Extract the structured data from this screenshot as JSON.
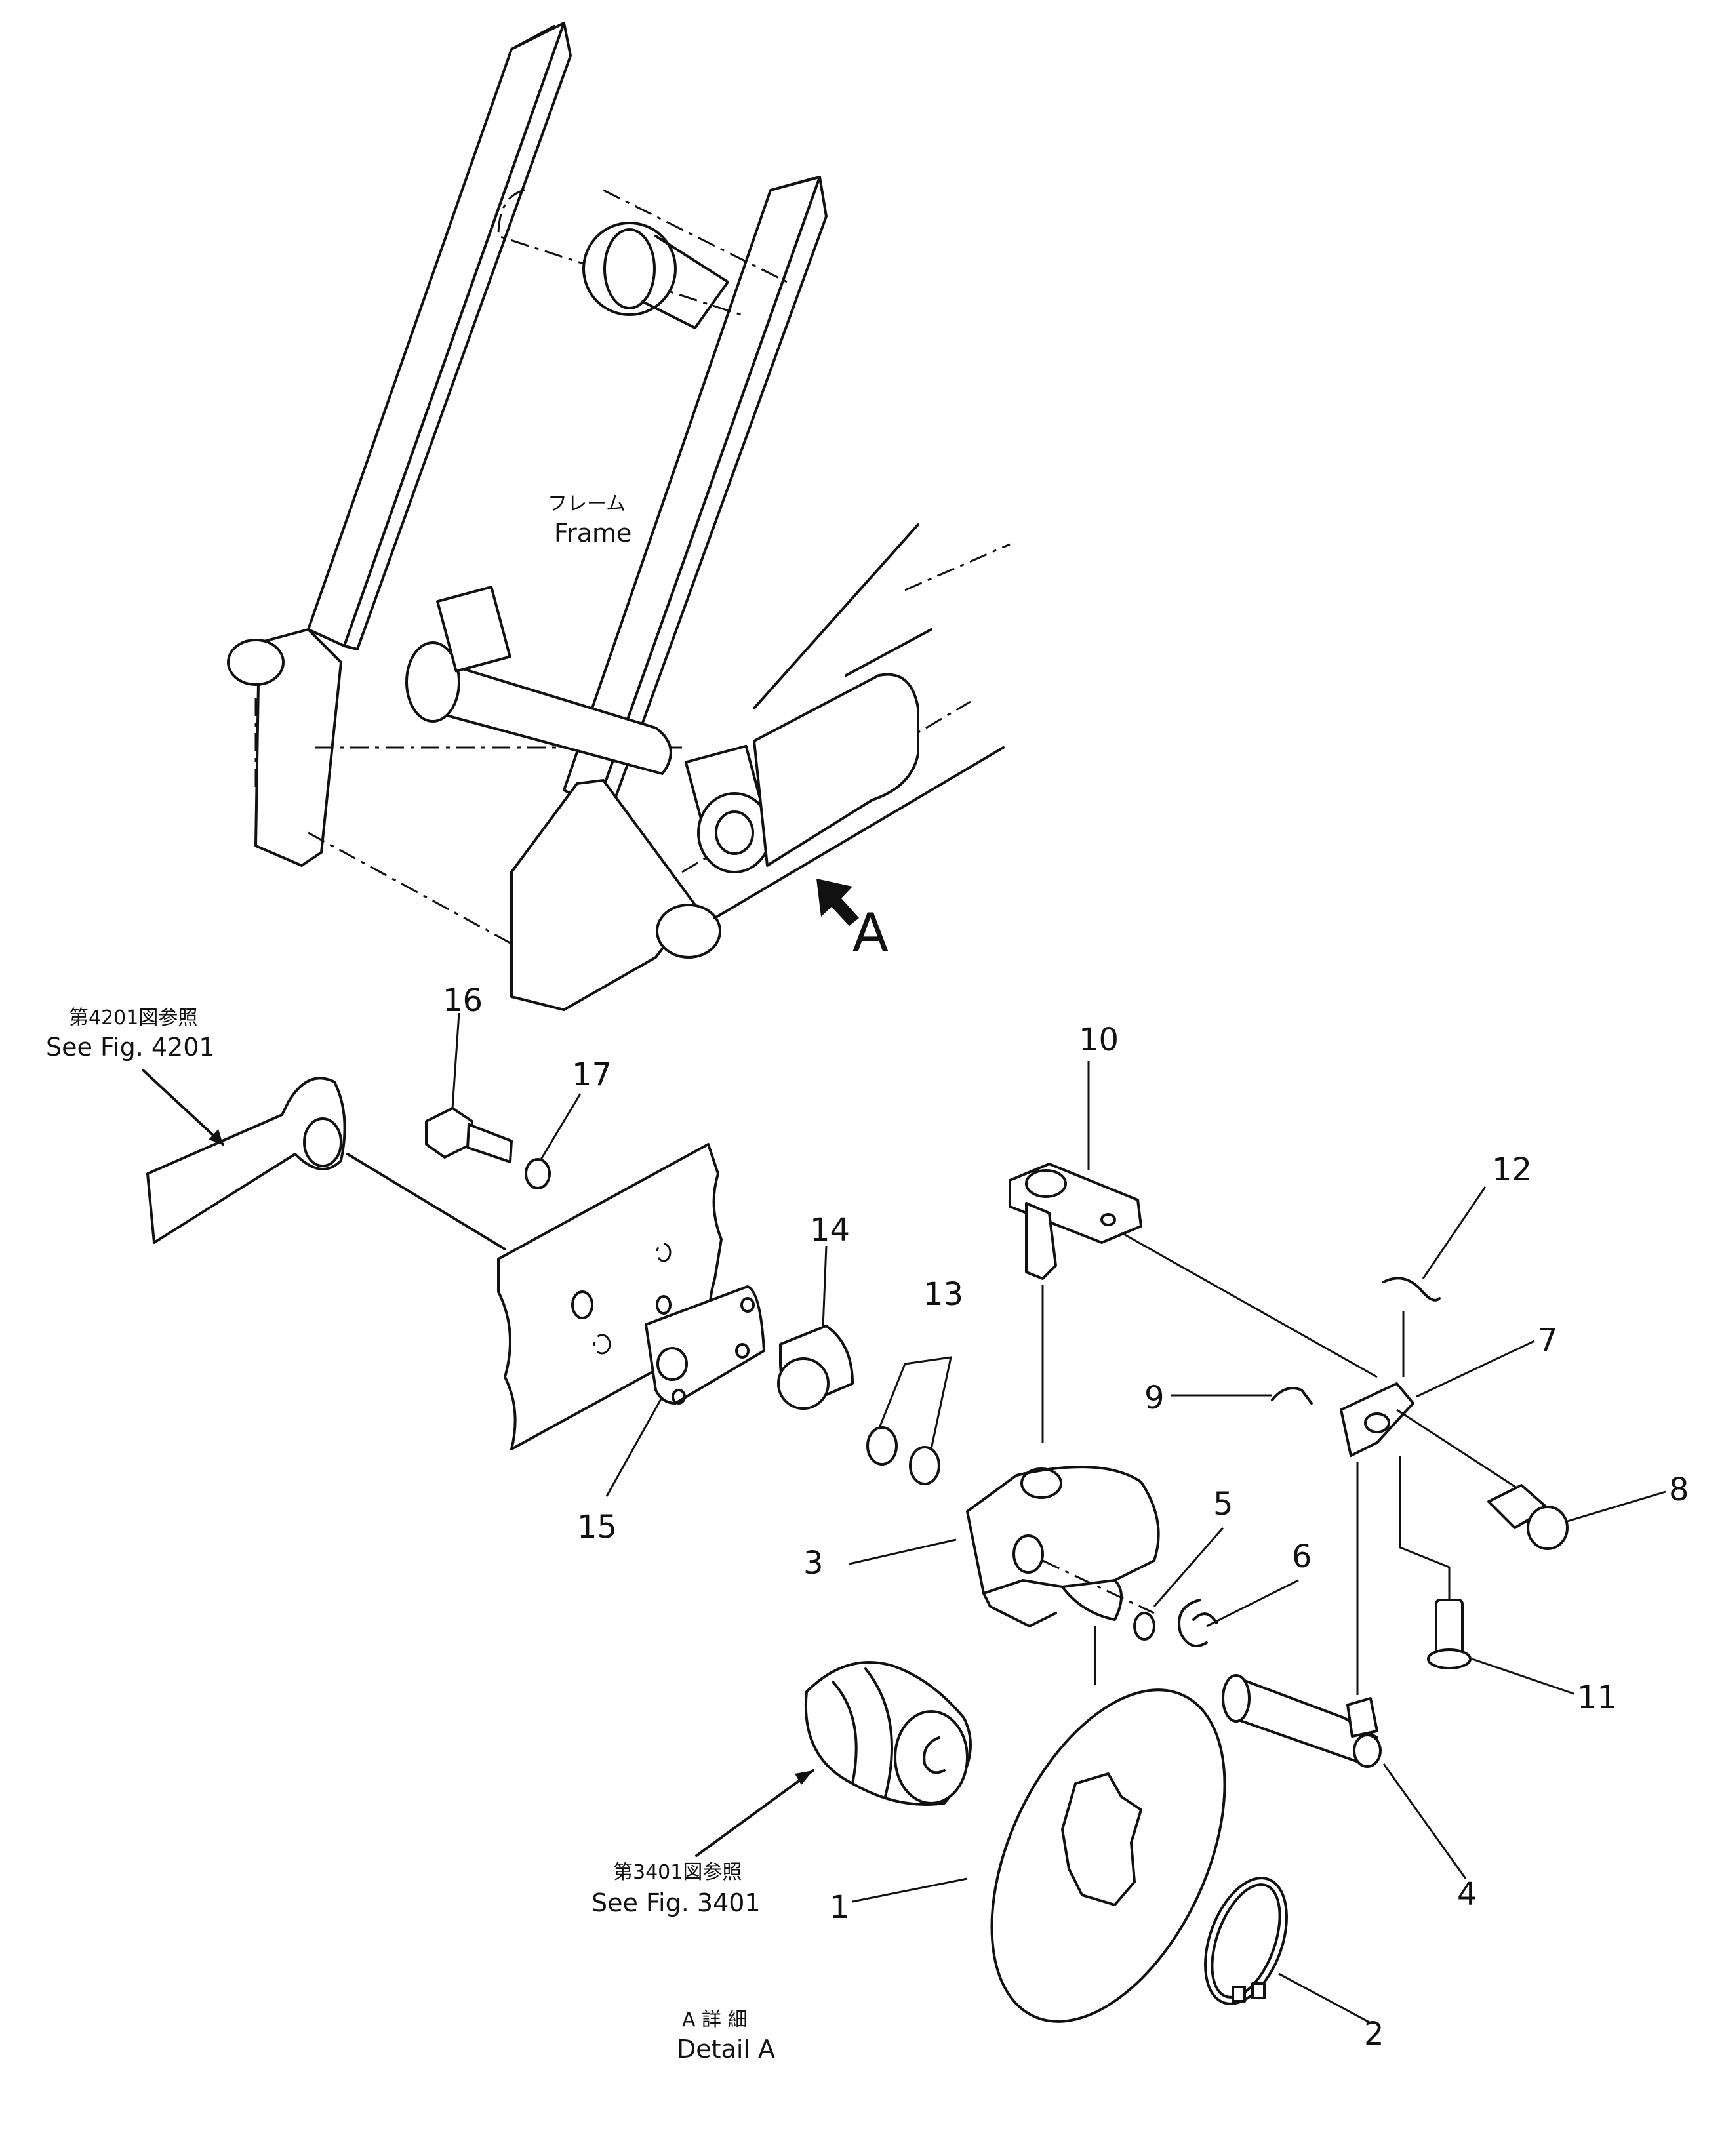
{
  "frame_label": {
    "jp": "フレーム",
    "en": "Frame"
  },
  "view_marker": "A",
  "references": [
    {
      "jp": "第4201図参照",
      "en": "See Fig. 4201"
    },
    {
      "jp": "第3401図参照",
      "en": "See Fig. 3401"
    }
  ],
  "detail_label": {
    "jp": "A 詳 細",
    "en": "Detail A"
  },
  "callouts": [
    "1",
    "2",
    "3",
    "4",
    "5",
    "6",
    "7",
    "8",
    "9",
    "10",
    "11",
    "12",
    "13",
    "14",
    "15",
    "16",
    "17"
  ]
}
